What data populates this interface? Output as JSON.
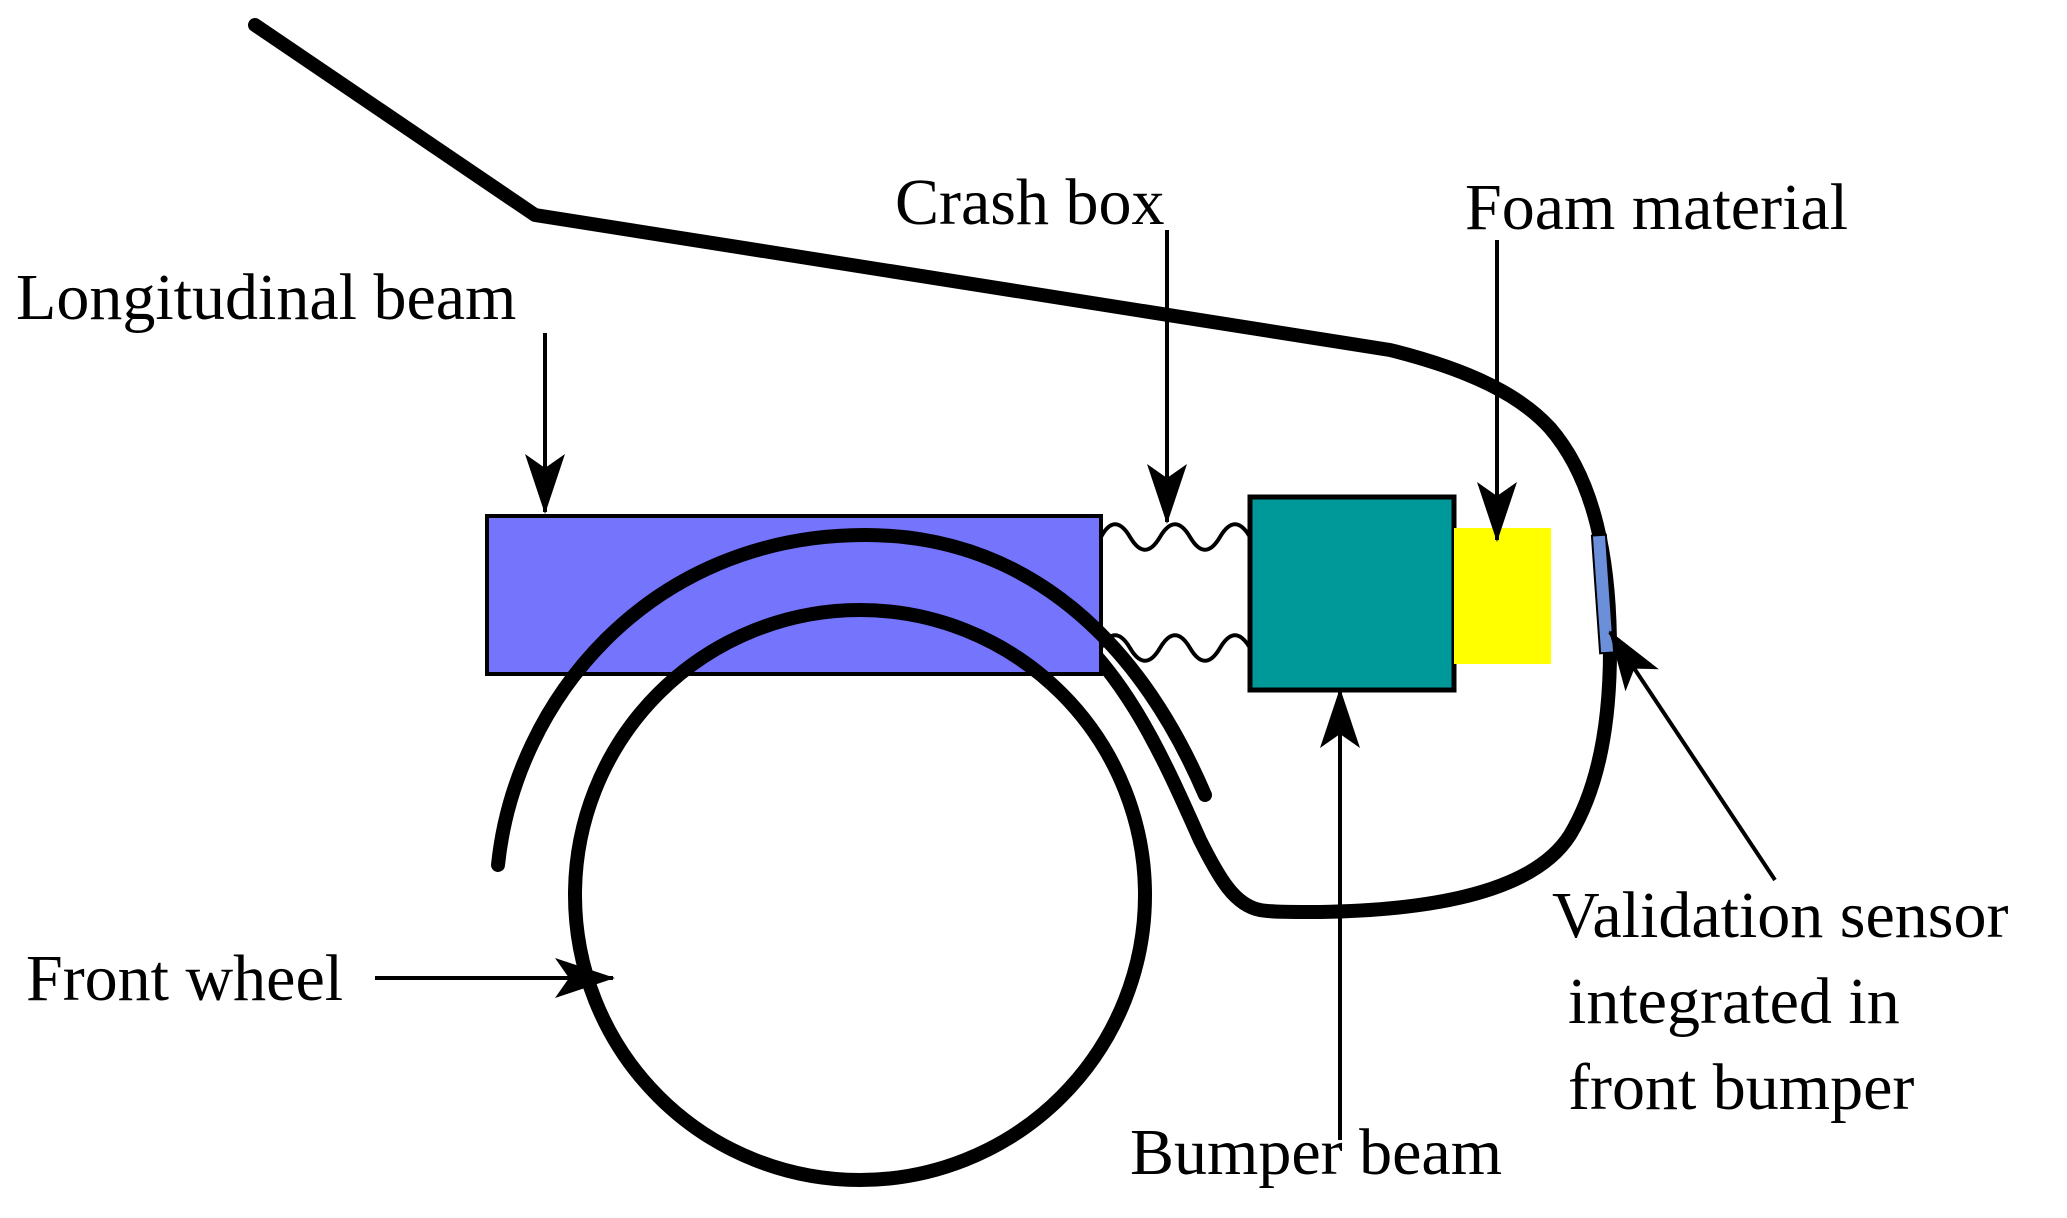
{
  "labels": {
    "longitudinal_beam": "Longitudinal beam",
    "crash_box": "Crash box",
    "foam_material": "Foam material",
    "front_wheel": "Front wheel",
    "bumper_beam": "Bumper beam",
    "validation_sensor": [
      "Validation sensor",
      "integrated in",
      "front bumper"
    ]
  },
  "colors": {
    "longitudinal_beam": "#7474fc",
    "bumper_beam": "#009999",
    "foam_material": "#ffff00",
    "validation_sensor": "#6b8fd9",
    "line": "#000000"
  }
}
